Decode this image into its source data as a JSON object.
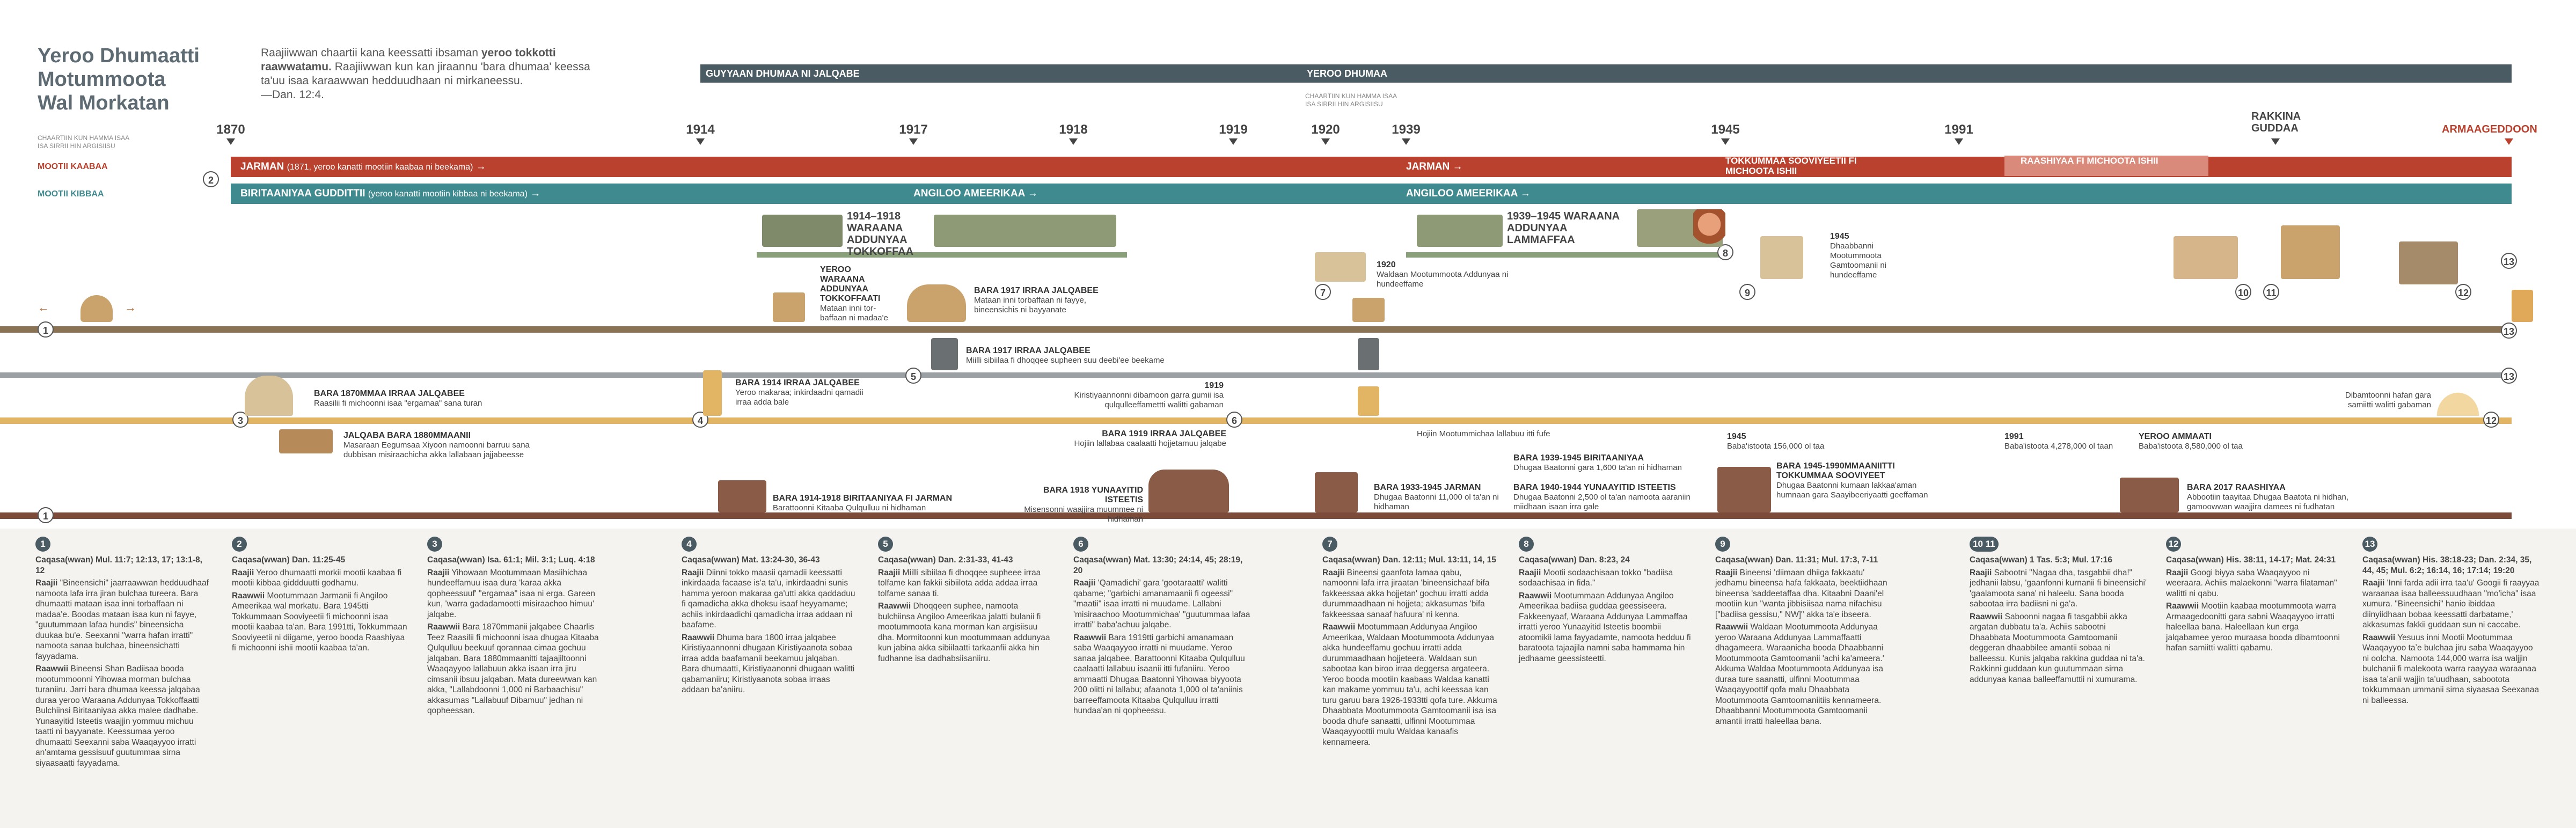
{
  "header": {
    "title_lines": [
      "Yeroo Dhumaatti",
      "Motummoota",
      "Wal Morkatan"
    ],
    "intro_lead": "Raajiiwwan chaartii kana keessatti ibsaman ",
    "intro_bold": "yeroo tokkotti raawwatamu.",
    "intro_rest": " Raajiiwwan kun kan jiraannu 'bara dhumaa' keessa ta'uu isaa karaawwan hedduudhaan ni mirkaneessu.",
    "intro_ref": "—Dan. 12:4."
  },
  "legend": {
    "chart_note_1": "CHAARTIIN KUN HAMMA ISAA",
    "chart_note_2": "ISA SIRRII HIN ARGISIISU",
    "chart_note_3": "CHAARTIIN KUN HAMMA ISAA",
    "chart_note_4": "ISA SIRRII HIN ARGISIISU",
    "red_row": "MOOTII KAABAA",
    "teal_row": "MOOTII KIBBAA"
  },
  "periods": {
    "left": "GUYYAAN DHUMAA NI JALQABE",
    "right": "YEROO DHUMAA"
  },
  "years": [
    "1870",
    "1914",
    "1917",
    "1918",
    "1919",
    "1920",
    "1939",
    "1945",
    "1991"
  ],
  "end_labels": {
    "rakkina": "RAKKINA GUDDAA",
    "armageddon": "ARMAAGEDDOON"
  },
  "bars": {
    "red_1_bold": "JARMAN",
    "red_1_sub": "(1871, yeroo kanatti mootiin kaabaa ni beekama)",
    "red_2": "JARMAN",
    "red_3": "TOKKUMMAA SOOVIYEETII FI MICHOOTA ISHII",
    "red_4": "RAASHIYAA FI MICHOOTA ISHII",
    "teal_1_bold": "BIRITAANIYAA GUDDITTII",
    "teal_1_sub": "(yeroo kanatti mootiin kibbaa ni beekama)",
    "teal_2": "ANGILOO AMEERIKAA",
    "teal_3": "ANGILOO AMEERIKAA"
  },
  "events": {
    "ww1_title": "1914–1918 WARAANA ADDUNYAA TOKKOFFAA",
    "ww2_title": "1939–1945 WARAANA ADDUNYAA LAMMAFFAA",
    "e_ww1_end_title": "YEROO WARAANA ADDUNYAA TOKKOFFAATI",
    "e_ww1_end_text": "Mataan inni tor-baffaan ni madaa'e",
    "e_1917_title": "BARA 1917 IRRAA JALQABEE",
    "e_1917_text": "Mataan inni torbaffaan ni fayye, bineensichis ni bayyanate",
    "e_1920_title": "1920",
    "e_1920_text": "Waldaan Mootummoota Addunyaa ni hundeeffame",
    "e_1945_title": "1945",
    "e_1945_text": "Dhaabbanni Mootummoota Gamtoomanii ni hundeeffame",
    "e_1870_title": "BARA 1870MMAA IRRAA JALQABEE",
    "e_1870_text": "Raasilii fi michoonni isaa \"ergamaa\" sana turan",
    "e_1914_title": "BARA 1914 IRRAA JALQABEE",
    "e_1914_text": "Yeroo makaraa; inkirdaadni qamadii irraa adda bale",
    "e_1917b_title": "BARA 1917 IRRAA JALQABEE",
    "e_1917b_text": "Miilli sibiilaa fi dhoqqee supheen suu deebi'ee beekame",
    "e_1919_title": "1919",
    "e_1919_text": "Kiristiyaannonni dibamoon garra gumii isa qulqulleeffamettti walitti gabaman",
    "e_1919b_text": "Hojiin Mootummichaa lallabuu itti fufe",
    "e_end_text": "Dibamtoonni hafan gara samiitti walitti gabaman",
    "e_1880_title": "JALQABA BARA 1880MMAANII",
    "e_1880_text": "Masaraan Eegumsaa Xiyoon namoonni barruu sana dubbisan misiraachicha akka lallabaan jajjabeesse",
    "e_1919c_title": "BARA 1919 IRRAA JALQABEE",
    "e_1919c_text": "Hojiin lallabaa caalaatti hojjetamuu jalqabe",
    "e_1939_title": "BARA 1939-1945 BIRITAANIYAA",
    "e_1939_text": "Dhugaa Baatonni gara 1,600 ta'an ni hidhaman",
    "e_1945b_title": "1945",
    "e_1945b_text": "Baba'istoota 156,000 ol taa",
    "e_1991_title": "1991",
    "e_1991_text": "Baba'istoota 4,278,000 ol taan",
    "e_now_title": "YEROO AMMAATI",
    "e_now_text": "Baba'istoota 8,580,000 ol taa",
    "e_ww1b_title": "BARA 1914-1918 BIRITAANIYAA FI JARMAN",
    "e_ww1b_text": "Barattoonni Kitaaba Qulqulluu ni hidhaman",
    "e_1918_title": "BARA 1918 YUNAAYITID ISTEETIS",
    "e_1918_text": "Misensonni waajjira muummee ni hidhaman",
    "e_1933_title": "BARA 1933-1945 JARMAN",
    "e_1933_text": "Dhugaa Baatonni 11,000 ol ta'an ni hidhaman",
    "e_1940_title": "BARA 1940-1944 YUNAAYITID ISTEETIS",
    "e_1940_text": "Dhugaa Baatonni 2,500 ol ta'an namoota aaraniin miidhaan isaan irra gale",
    "e_1945c_title": "BARA 1945-1990MMAANIITTI TOKKUMMAA SOOVIYEET",
    "e_1945c_text": "Dhugaa Baatonni kumaan lakkaa'aman humnaan gara Saayibeeriyaatti geeffaman",
    "e_2017_title": "BARA 2017 RAASHIYAA",
    "e_2017_text": "Abbootiin taayitaa Dhugaa Baatota ni hidhan, gamoowwan waajjira damees ni fudhatan"
  },
  "markers": [
    "1",
    "2",
    "3",
    "4",
    "5",
    "6",
    "7",
    "8",
    "9",
    "10",
    "11",
    "12",
    "13"
  ],
  "columns": [
    {
      "num": "1",
      "scr": "Caqasa(wwan) Mul. 11:7; 12:13, 17; 13:1-8, 12",
      "r1": "Raajii",
      "t1": "\"Bineensichi\" jaarraawwan hedduudhaaf namoota lafa irra jiran bulchaa tureera. Bara dhumaatti mataan isaa inni torbaffaan ni madaa'e. Boodas mataan isaa kun ni fayye, \"guutummaan lafaa hundis\" bineensicha duukaa bu'e. Seexanni \"warra hafan irratti\" namoota sanaa bulchaa, bineensichatti fayyadama.",
      "r2": "Raawwii",
      "t2": "Bineensi Shan Badiisaa booda mootummoonni Yihowaa morman bulchaa turaniiru. Jarri bara dhumaa keessa jalqabaa duraa yeroo Waraana Addunyaa Tokkoffaatti Bulchiinsi Biritaaniyaa akka malee dadhabe. Yunaayitid Isteetis waajjin yommuu michuu taatti ni bayyanate. Keessumaa yeroo dhumaatti Seexanni saba Waaqayyoo irratti an'amtama gessisuuf guutummaa sirna siyaasaatti fayyadama."
    },
    {
      "num": "2",
      "scr": "Caqasa(wwan) Dan. 11:25-45",
      "r1": "Raajii",
      "t1": "Yeroo dhumaatti morkii mootii kaabaa fi mootii kibbaa giddduutti godhamu.",
      "r2": "Raawwii",
      "t2": "Mootummaan Jarmanii fi Angiloo Ameerikaa wal morkatu. Bara 1945tti Tokkummaan Sooviyeetii fi michoonni isaa mootii kaabaa ta'an. Bara 1991tti, Tokkummaan Sooviyeetii ni diigame, yeroo booda Raashiyaa fi michoonni ishii mootii kaabaa ta'an."
    },
    {
      "num": "3",
      "scr": "Caqasa(wwan) Isa. 61:1; Mil. 3:1; Luq. 4:18",
      "r1": "Raajii",
      "t1": "Yihowaan Mootummaan Masiihichaa hundeeffamuu isaa dura 'karaa akka qopheessuuf' \"ergamaa\" isaa ni erga. Gareen kun, 'warra gadadamootti misiraachoo himuu' jalqabe.",
      "r2": "Raawwii",
      "t2": "Bara 1870mmanii jalqabee Chaarlis Teez Raasilii fi michoonni isaa dhugaa Kitaaba Qulqulluu beekuuf qorannaa cimaa gochuu jalqaban. Bara 1880mmaanitti tajaajiltoonni Waaqayyoo lallabuun akka isaan irra jiru cimsanii ibsuu jalqaban. Mata dureewwan kan akka, \"Lallabdoonni 1,000 ni Barbaachisu\" akkasumas \"Lallabuuf Dibamuu\" jedhan ni qopheessan."
    },
    {
      "num": "4",
      "scr": "Caqasa(wwan) Mat. 13:24-30, 36-43",
      "r1": "Raajii",
      "t1": "Diinni tokko maasii qamadii keessatti inkirdaada facaase is'a ta'u, inkirdaadni sunis hamma yeroon makaraa ga'utti akka qaddaduu fi qamadicha akka dhoksu isaaf heyyamame; achiis inkirdaadichi qamadicha irraa addaan ni baafame.",
      "r2": "Raawwii",
      "t2": "Dhuma bara 1800 irraa jalqabee Kiristiyaannonni dhugaan Kiristiyaanota sobaa irraa adda baafamanii beekamuu jalqaban. Bara dhumaatti, Kiristiyaanonni dhugaan walitti qabamaniiru; Kiristiyaanota sobaa irraas addaan ba'aniiru."
    },
    {
      "num": "5",
      "scr": "Caqasa(wwan) Dan. 2:31-33, 41-43",
      "r1": "Raajii",
      "t1": "Miilli sibiilaa fi dhoqqee supheee irraa tolfame kan fakkii sibiilota adda addaa irraa tolfame sanaa ti.",
      "r2": "Raawwii",
      "t2": "Dhoqqeen suphee, namoota bulchiinsa Angiloo Ameerikaa jalatti bulanii fi mootummoota kana morman kan argisiisuu dha. Mormitoonni kun mootummaan addunyaa kun jabina akka sibiilaatti tarkaanfii akka hin fudhanne isa dadhabsiisaniiru."
    },
    {
      "num": "6",
      "scr": "Caqasa(wwan) Mat. 13:30; 24:14, 45; 28:19, 20",
      "r1": "Raajii",
      "t1": "'Qamadichi' gara 'gootaraatti' walitti qabame; \"garbichi amanamaanii fi ogeessi\" \"maatii\" isaa irratti ni muudame. Lallabni 'misiraachoo Mootummichaa' \"guutummaa lafaa irratti\" baba'achuu jalqabe.",
      "r2": "Raawwii",
      "t2": "Bara 1919tti garbichi amanamaan saba Waaqayyoo irratti ni muudame. Yeroo sanaa jalqabee, Barattoonni Kitaaba Qulqulluu caalaatti lallabuu isaanii itti fufaniiru. Yeroo ammaatti Dhugaa Baatonni Yihowaa biyyoota 200 olitti ni lallabu; afaanota 1,000 ol ta'aniinis barreeffamoota Kitaaba Qulqulluu irratti hundaa'an ni qopheessu."
    },
    {
      "num": "7",
      "scr": "Caqasa(wwan) Dan. 12:11; Mul. 13:11, 14, 15",
      "r1": "Raajii",
      "t1": "Bineensi gaanfota lamaa qabu, namoonni lafa irra jiraatan 'bineensichaaf bifa fakkeessaa akka hojjetan' gochuu irratti adda durummaadhaan ni hojjeta; akkasumas 'bifa fakkeessaa sanaaf hafuura' ni kenna.",
      "r2": "Raawwii",
      "t2": "Mootummaan Addunyaa Angiloo Ameerikaa, Waldaan Mootummoota Addunyaa akka hundeeffamu gochuu irratti adda durummaadhaan hojjeteera. Waldaan sun sabootaa kan biroo irraa deggersa argateera. Yeroo booda mootiin kaabaas Waldaa kanatti kan makame yommuu ta'u, achi keessaa kan turu garuu bara 1926-1933tti qofa ture. Akkuma Dhaabbata Mootummoota Gamtoomanii isa isa booda dhufe sanaatti, ulfinni Mootummaa Waaqayyoottii mulu Waldaa kanaafis kennameera."
    },
    {
      "num": "8",
      "scr": "Caqasa(wwan) Dan. 8:23, 24",
      "r1": "Raajii",
      "t1": "Mootii sodaachisaan tokko \"badiisa sodaachisaa in fida.\"",
      "r2": "Raawwii",
      "t2": "Mootummaan Addunyaa Angiloo Ameerikaa badiisa guddaa geessiseera. Fakkeenyaaf, Waraana Addunyaa Lammaffaa irratti yeroo Yunaayitid Isteetis boombii atoomikii lama fayyadamte, namoota hedduu fi baratoota tajaajila namni saba hammama hin jedhaame geessisteetti."
    },
    {
      "num": "9",
      "scr": "Caqasa(wwan) Dan. 11:31; Mul. 17:3, 7-11",
      "r1": "Raajii",
      "t1": "Bineensi 'diimaan dhiiga fakkaatu' jedhamu bineensa hafa fakkaata, beektiidhaan bineensa 'saddeetaffaa dha. Kitaabni Daani'el mootiin kun \"wanta jibbisiisaa nama nifachisu [\"badiisa gessisu,\" NW]\" akka ta'e ibseera.",
      "r2": "Raawwii",
      "t2": "Waldaan Mootummoota Addunyaa yeroo Waraana Addunyaa Lammaffaatti dhagameera. Waraanicha booda Dhaabbanni Mootummoota Gamtoomanii 'achi ka'ameera.' Akkuma Waldaa Mootummoota Addunyaa isa duraa ture saanatti, ulfinni Mootummaa Waaqayyoottif qofa malu Dhaabbata Mootummoota Gamtoomaniitiis kennameera. Dhaabbanni Mootummoota Gamtoomanii amantii irratti haleellaa bana."
    },
    {
      "num": "10 11",
      "scr": "Caqasa(wwan) 1 Tas. 5:3; Mul. 17:16",
      "r1": "Raajii",
      "t1": "Sabootni \"Nagaa dha, tasgabbii dha!\" jedhanii labsu, 'gaanfonni kurnanii fi bineensichi' 'gaalamoota sana' ni haleelu. Sana booda sabootaa irra badiisni ni ga'a.",
      "r2": "Raawwii",
      "t2": "Saboonni nagaa fi tasgabbii akka argatan dubbatu ta'a. Achiis sabootni Dhaabbata Mootummoota Gamtoomanii deggeran dhaabbilee amantii sobaa ni balleessu. Kunis jalqaba rakkina guddaa ni ta'a. Rakkinni guddaan kun guutummaan sirna addunyaa kanaa balleeffamuttii ni xumurama."
    },
    {
      "num": "12",
      "scr": "Caqasa(wwan) His. 38:11, 14-17; Mat. 24:31",
      "r1": "Raajii",
      "t1": "Googi biyya saba Waaqayyoo ni weeraara. Achiis malaekonni \"warra filataman\" walitti ni qabu.",
      "r2": "Raawwii",
      "t2": "Mootiin kaabaa mootummoota warra Armaagedoonitti gara sabni Waaqayyoo irratti haleellaa bana. Haleellaan kun erga jalqabamee yeroo muraasa booda dibamtoonni hafan samiitti walitti qabamu."
    },
    {
      "num": "13",
      "scr": "Caqasa(wwan) His. 38:18-23; Dan. 2:34, 35, 44, 45; Mul. 6:2; 16:14, 16; 17:14; 19:20",
      "r1": "Raajii",
      "t1": "'Inni farda adii irra taa'u' Googii fi raayyaa waraanaa isaa balleessuudhaan \"mo'icha\" isaa xumura. \"Bineensichi\" hanio ibiddaa diinyiidhaan bobaa keessatti darbatame,' akkasumas fakkii guddaan sun ni caccabe.",
      "r2": "Raawwii",
      "t2": "Yesuus inni Mootii Mootummaa Waaqayyoo taʼe bulchaa jiru saba Waaqayyoo ni oolcha. Namoota 144,000 warra isa waljjin bulchanii fi malekoota warra raayyaa waraanaa isaa taʼanii wajjin taʼuudhaan, sabootota tokkummaan ummanii sirna siyaasaa Seexanaa ni balleessa."
    }
  ]
}
